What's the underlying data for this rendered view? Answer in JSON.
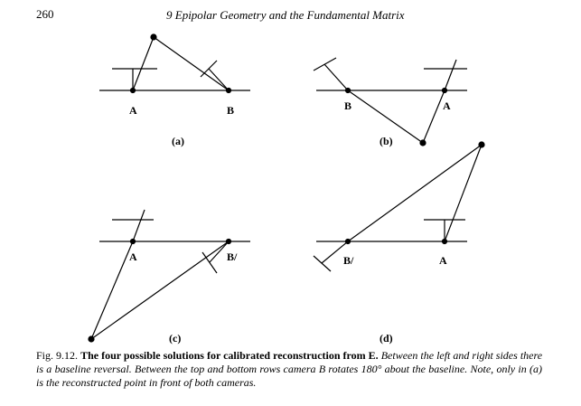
{
  "header": {
    "page_number": "260",
    "running_title": "9 Epipolar Geometry and the Fundamental Matrix"
  },
  "figure": {
    "panels": [
      {
        "sub_label": "(a)",
        "point_left": "A",
        "point_right": "B"
      },
      {
        "sub_label": "(b)",
        "point_left": "B",
        "point_right": "A"
      },
      {
        "sub_label": "(c)",
        "point_left": "A",
        "point_right": "B/"
      },
      {
        "sub_label": "(d)",
        "point_left": "B/",
        "point_right": "A"
      }
    ]
  },
  "caption": {
    "figure_number": "Fig. 9.12.",
    "title": "The four possible solutions for calibrated reconstruction from E.",
    "body": "Between the left and right sides there is a baseline reversal. Between the top and bottom rows camera B rotates 180° about the baseline. Note, only in (a) is the reconstructed point in front of both cameras."
  },
  "colors": {
    "ink": "#000000",
    "paper": "#ffffff"
  }
}
